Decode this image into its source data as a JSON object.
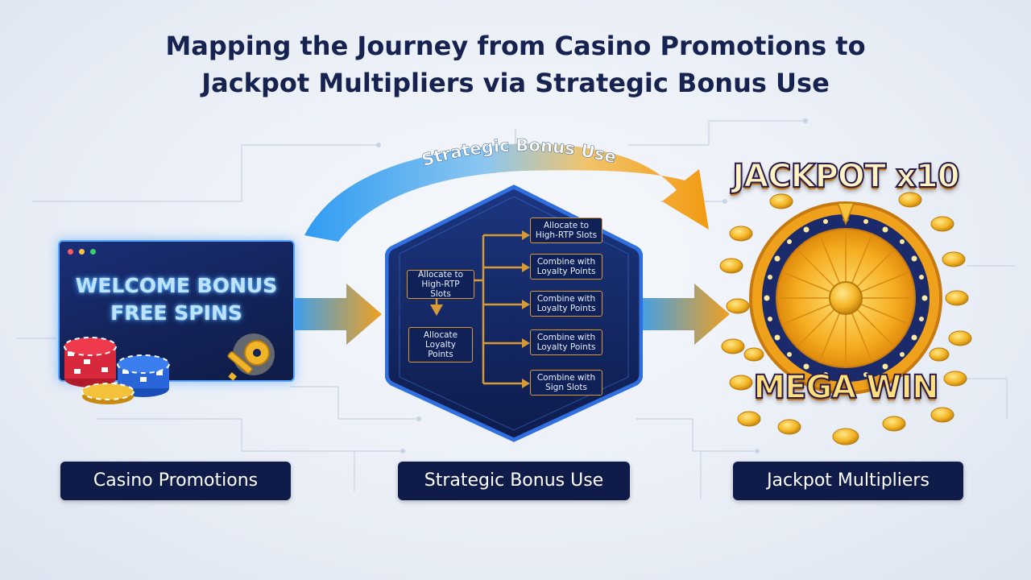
{
  "title": {
    "line1": "Mapping the Journey from Casino Promotions to",
    "line2": "Jackpot Multipliers via Strategic Bonus Use"
  },
  "arc_label": "Strategic Bonus Use",
  "promotions": {
    "line1": "WELCOME BONUS",
    "line2": "FREE SPINS"
  },
  "strategy": {
    "left_top": "Allocate to High-RTP Slots",
    "left_bottom": "Allocate Loyalty Points",
    "right": [
      "Allocate to High-RTP Slots",
      "Combine with Loyalty Points",
      "Combine with Loyalty Points",
      "Combine with Loyalty Points",
      "Combine with Sign Slots"
    ]
  },
  "jackpot": {
    "title": "JACKPOT x10",
    "mega": "MEGA WIN"
  },
  "labels": {
    "promotions": "Casino Promotions",
    "strategy": "Strategic Bonus Use",
    "jackpot": "Jackpot Multipliers"
  },
  "colors": {
    "navy": "#0f1c4a",
    "arrow_blue": "#3aa0f0",
    "arrow_orange": "#f0a020",
    "gold": "#f5b623",
    "neon_blue": "#5aa7ff"
  }
}
